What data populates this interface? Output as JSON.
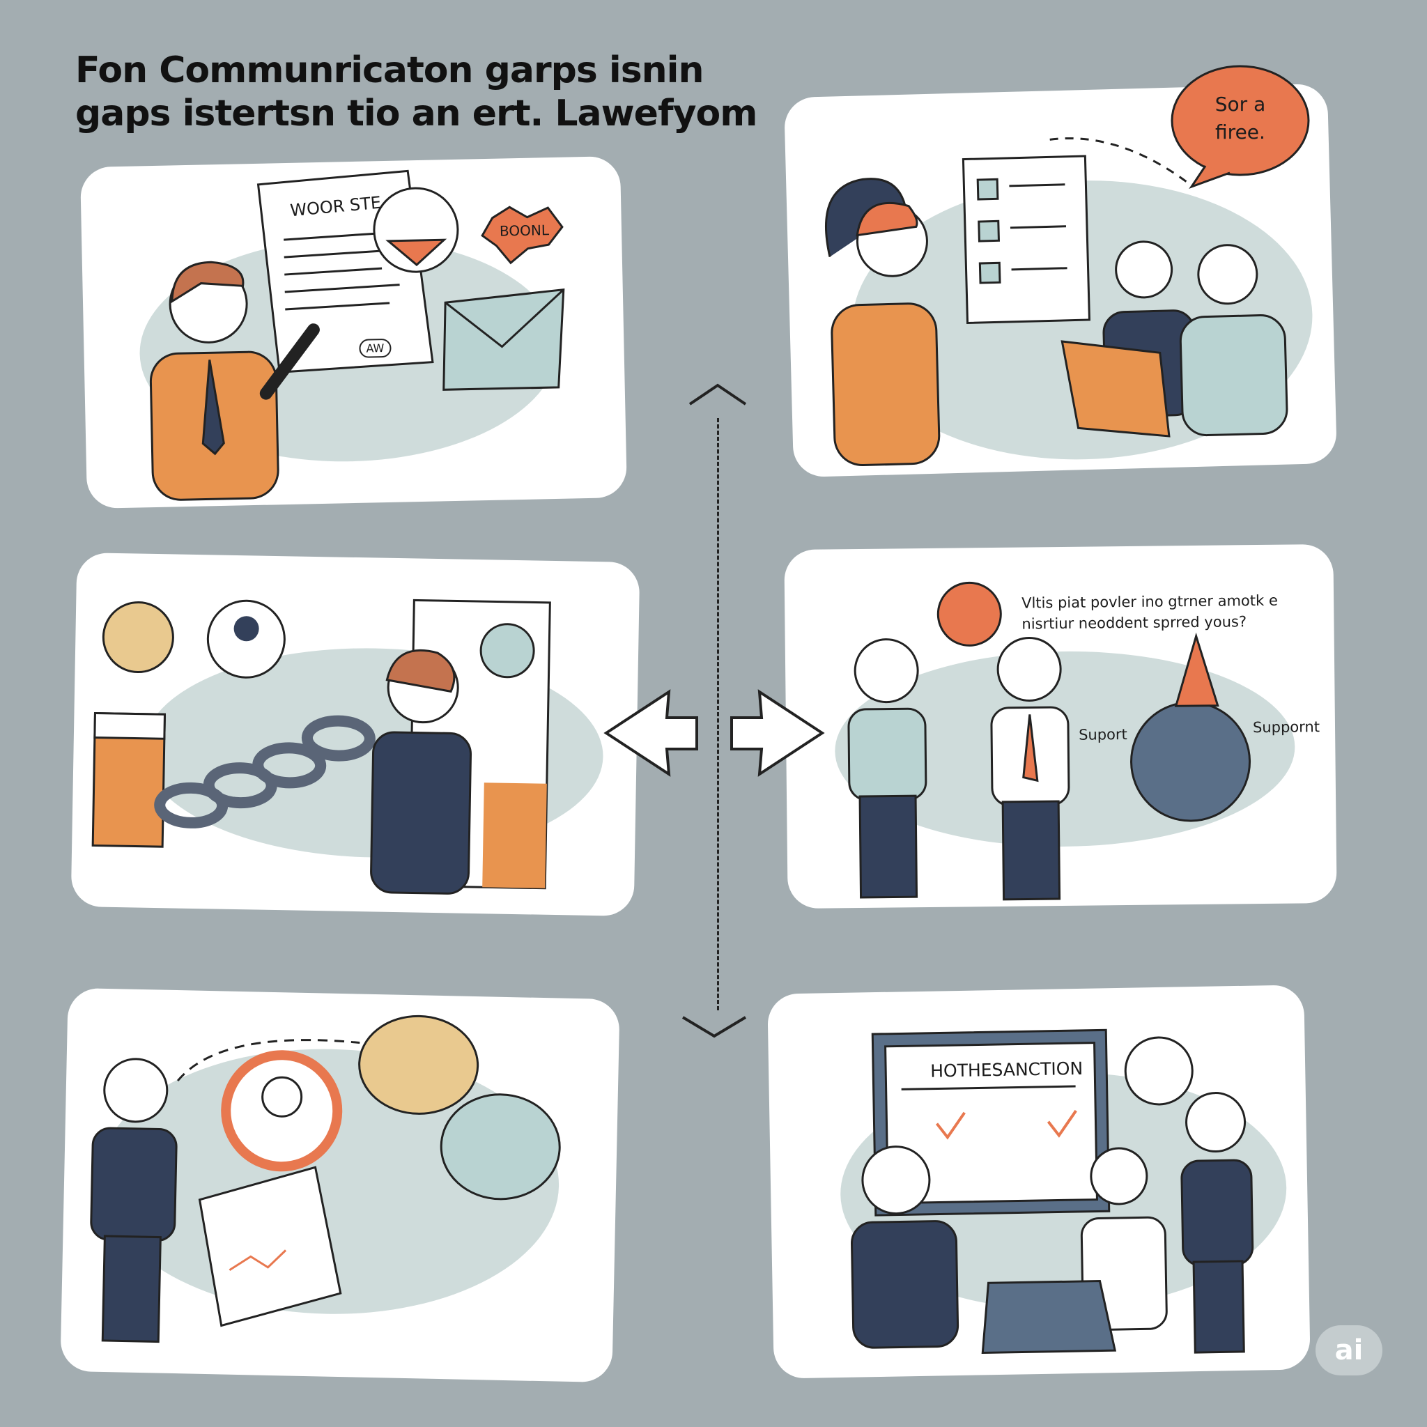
{
  "title": {
    "line1": "Fon Communricaton garps isnin",
    "line2": "gaps istertsn tio an ert. Lawefyom"
  },
  "panel1": {
    "document_heading": "WOOR STE",
    "burst_text": "BOONL",
    "small_bubble_text": "AW"
  },
  "panel2": {
    "speech_bubble": "Sor a firee."
  },
  "panel4": {
    "question_line1": "Vltis piat povler ino gtrner amotk e",
    "question_line2": "nisrtiur neoddent sprred yous?",
    "label_left": "Suport",
    "label_right": "Suppornt"
  },
  "panel6": {
    "board_heading": "HOTHESANCTION"
  },
  "badge": {
    "text": "ai"
  },
  "colors": {
    "background": "#a3adb1",
    "orange": "#e8784f",
    "navy": "#33405a",
    "sage": "#cfdcdb",
    "tan": "#e9c98f"
  }
}
